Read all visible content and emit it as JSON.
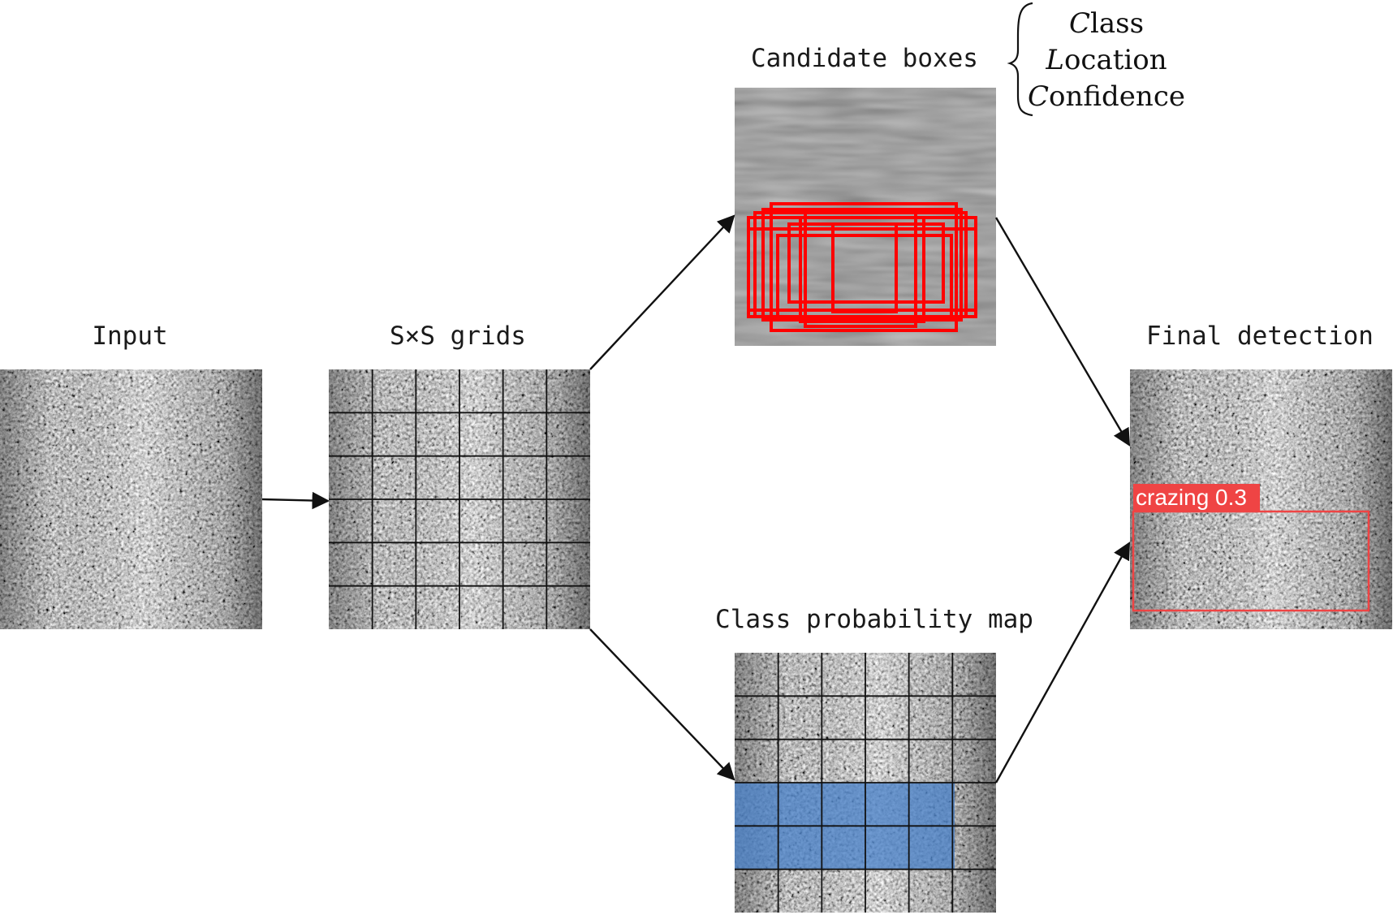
{
  "labels": {
    "input": "Input",
    "grids": "S×S grids",
    "candidates": "Candidate boxes",
    "class_map": "Class probability map",
    "final": "Final detection"
  },
  "brace": {
    "items": [
      {
        "initial": "C",
        "rest": "lass"
      },
      {
        "initial": "L",
        "rest": "ocation"
      },
      {
        "initial": "C",
        "rest": "onfidence"
      }
    ]
  },
  "detection": {
    "label": "crazing 0.3"
  },
  "grid_size": 6,
  "colors": {
    "box": "#ff0000",
    "detection_box": "#ef4444",
    "detection_label_bg": "#ef4444",
    "highlight": "#4a82c8",
    "grid_line": "#111111",
    "arrow": "#111111"
  }
}
